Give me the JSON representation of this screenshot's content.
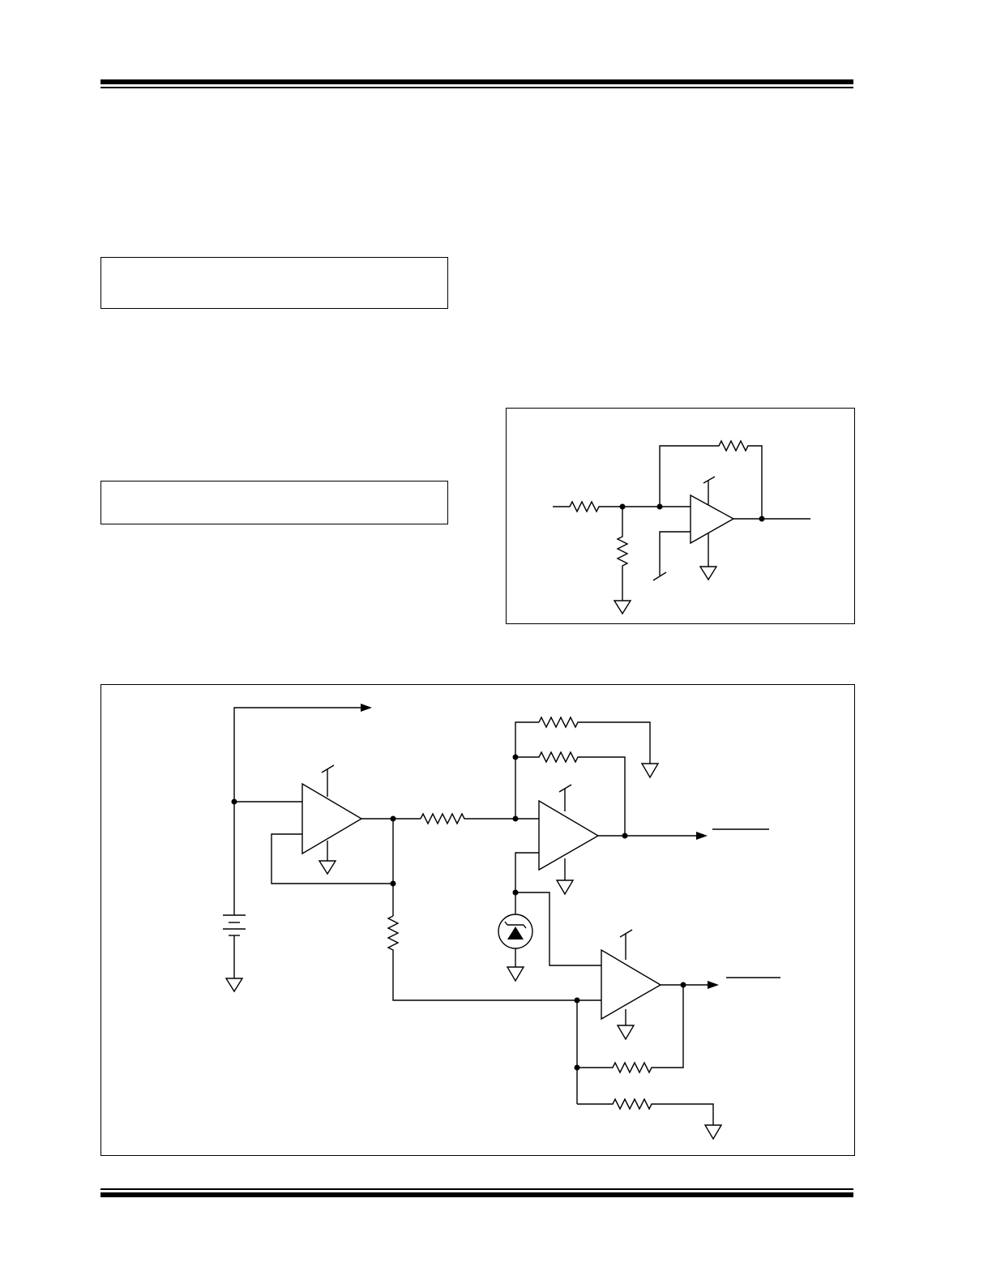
{
  "header_rule": {
    "style": "thick-thin",
    "color": "#000000"
  },
  "footer_rule": {
    "style": "thin-thick",
    "color": "#000000"
  },
  "equation_boxes": [
    {
      "id": "equation-box-1",
      "content": ""
    },
    {
      "id": "equation-box-2",
      "content": ""
    }
  ],
  "figures": [
    {
      "id": "figure-opamp-amplifier",
      "icons": [
        "resistor-icon",
        "op-amp-icon",
        "ground-icon",
        "junction-dot-icon"
      ]
    },
    {
      "id": "figure-reference-circuit",
      "icons": [
        "battery-icon",
        "op-amp-icon",
        "resistor-icon",
        "reference-diode-icon",
        "ground-icon",
        "arrow-icon"
      ]
    }
  ]
}
